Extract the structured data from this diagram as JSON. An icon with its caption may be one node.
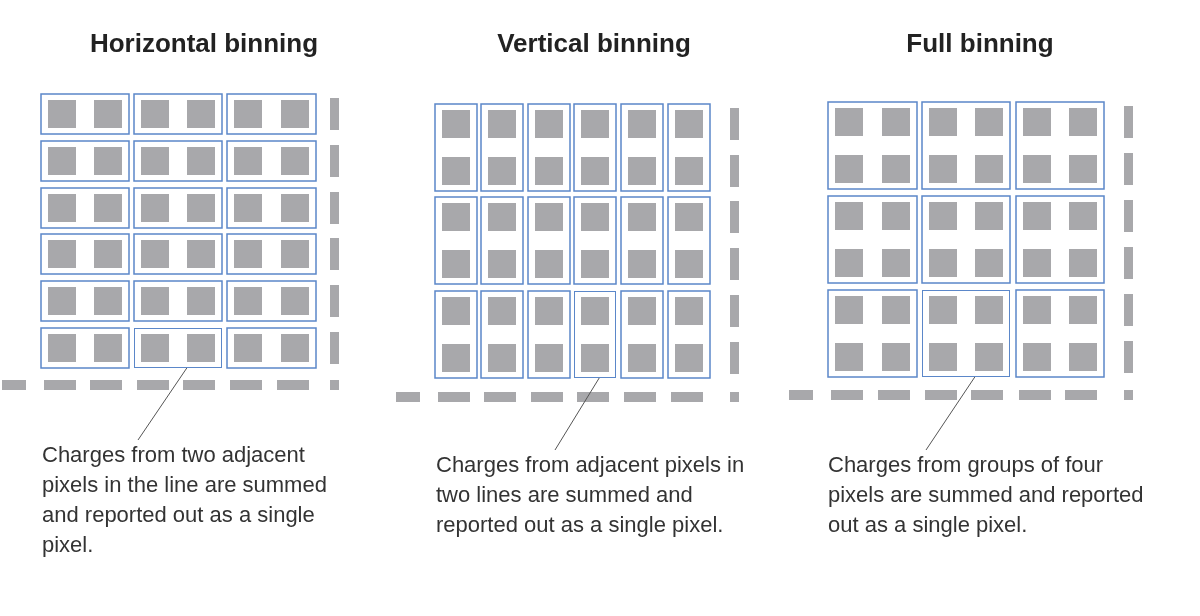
{
  "diagram": {
    "nodes": [
      {
        "text": [],
        "shape": "box"
      },
      {
        "text": [
          "Charges from two adjacent pixels in the line are summed and reported out as a single pixel."
        ]
      },
      {
        "text": [],
        "shape": "box"
      },
      {
        "text": [
          "Charges from adjacent pixels in two lines are summed and reported out as a single pixel."
        ]
      },
      {
        "text": [],
        "shape": "box"
      },
      {
        "text": [
          "Charges from groups of four pixels are summed and reported out as a single pixel."
        ]
      }
    ],
    "edges": [
      {
        "from": 1,
        "to": 0,
        "arrow": "none"
      },
      {
        "from": 3,
        "to": 2,
        "arrow": "none"
      },
      {
        "from": 5,
        "to": 4,
        "arrow": "none"
      }
    ],
    "labels": [
      "Horizontal binning",
      "Vertical binning",
      "Full binning"
    ]
  }
}
